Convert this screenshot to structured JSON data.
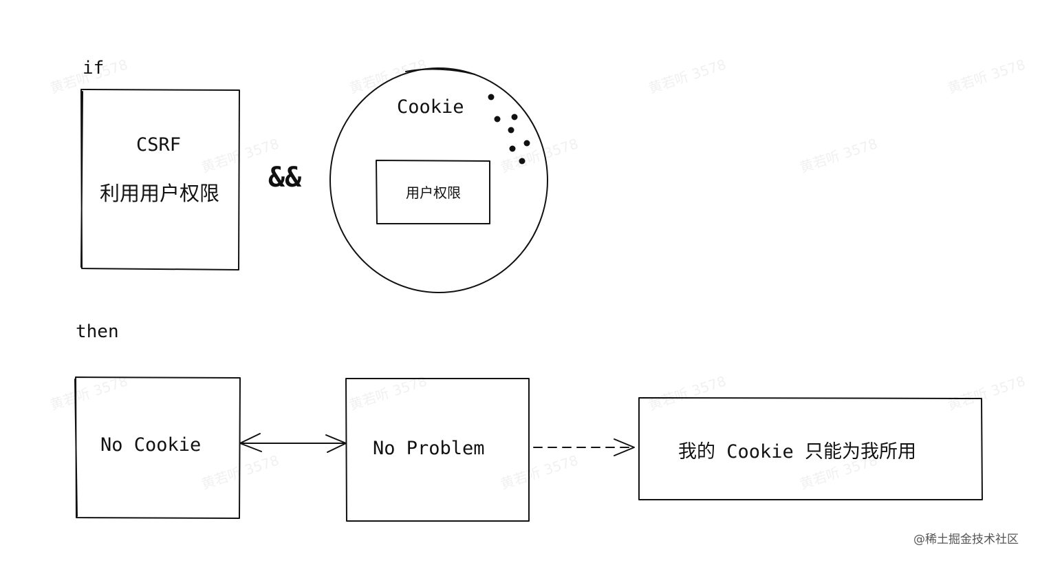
{
  "labels": {
    "if": "if",
    "then": "then",
    "and_operator": "&&"
  },
  "csrf_box": {
    "title": "CSRF",
    "subtitle": "利用用户权限"
  },
  "cookie_circle": {
    "title": "Cookie",
    "inner_box": "用户权限"
  },
  "flow": {
    "no_cookie": "No Cookie",
    "no_problem": "No Problem",
    "result": "我的 Cookie 只能为我所用"
  },
  "watermark": {
    "text": "黄若听 3578",
    "credit": "@稀土掘金技术社区"
  },
  "colors": {
    "stroke": "#111111",
    "background": "#ffffff"
  }
}
